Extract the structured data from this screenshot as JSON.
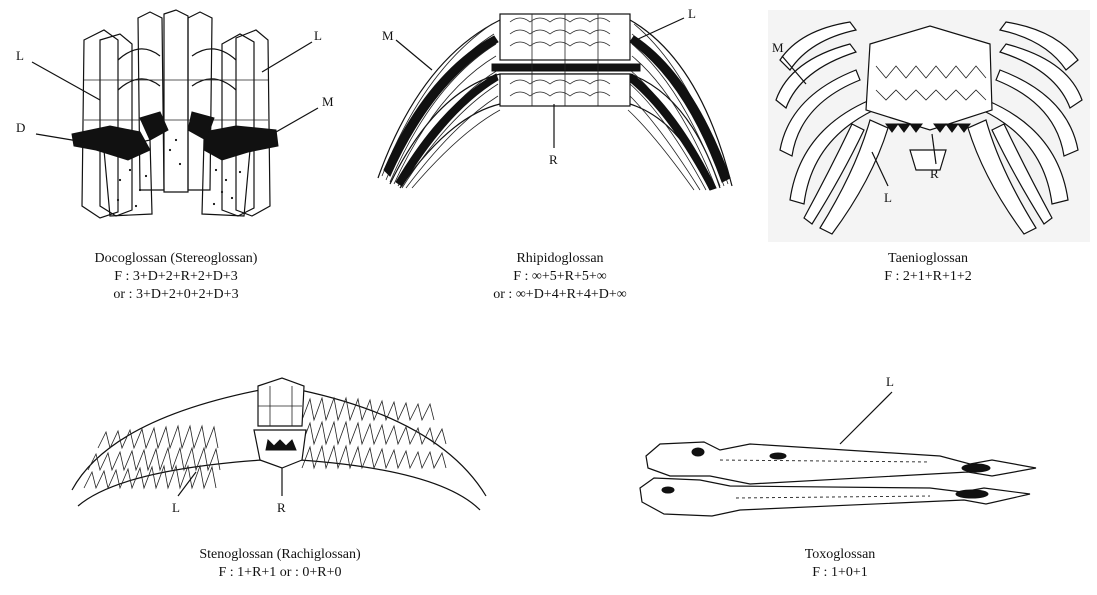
{
  "panels": {
    "docoglossan": {
      "labels": {
        "L1": "L",
        "L2": "L",
        "M": "M",
        "D": "D"
      },
      "caption": {
        "name": "Docoglossan (Stereoglossan)",
        "formula1": "F  : 3+D+2+R+2+D+3",
        "formula2": "or : 3+D+2+0+2+D+3"
      }
    },
    "rhipidoglossan": {
      "labels": {
        "M": "M",
        "L": "L",
        "R": "R"
      },
      "caption": {
        "name": "Rhipidoglossan",
        "formula1": "F  : ∞+5+R+5+∞",
        "formula2": "or : ∞+D+4+R+4+D+∞"
      }
    },
    "taenioglossan": {
      "labels": {
        "M": "M",
        "R": "R",
        "L": "L"
      },
      "caption": {
        "name": "Taenioglossan",
        "formula1": "F  : 2+1+R+1+2"
      }
    },
    "stenoglossan": {
      "labels": {
        "L": "L",
        "R": "R"
      },
      "caption": {
        "name": "Stenoglossan (Rachiglossan)",
        "formula1": "F  : 1+R+1 or : 0+R+0"
      }
    },
    "toxoglossan": {
      "labels": {
        "L": "L"
      },
      "caption": {
        "name": "Toxoglossan",
        "formula1": "F  : 1+0+1"
      }
    }
  }
}
